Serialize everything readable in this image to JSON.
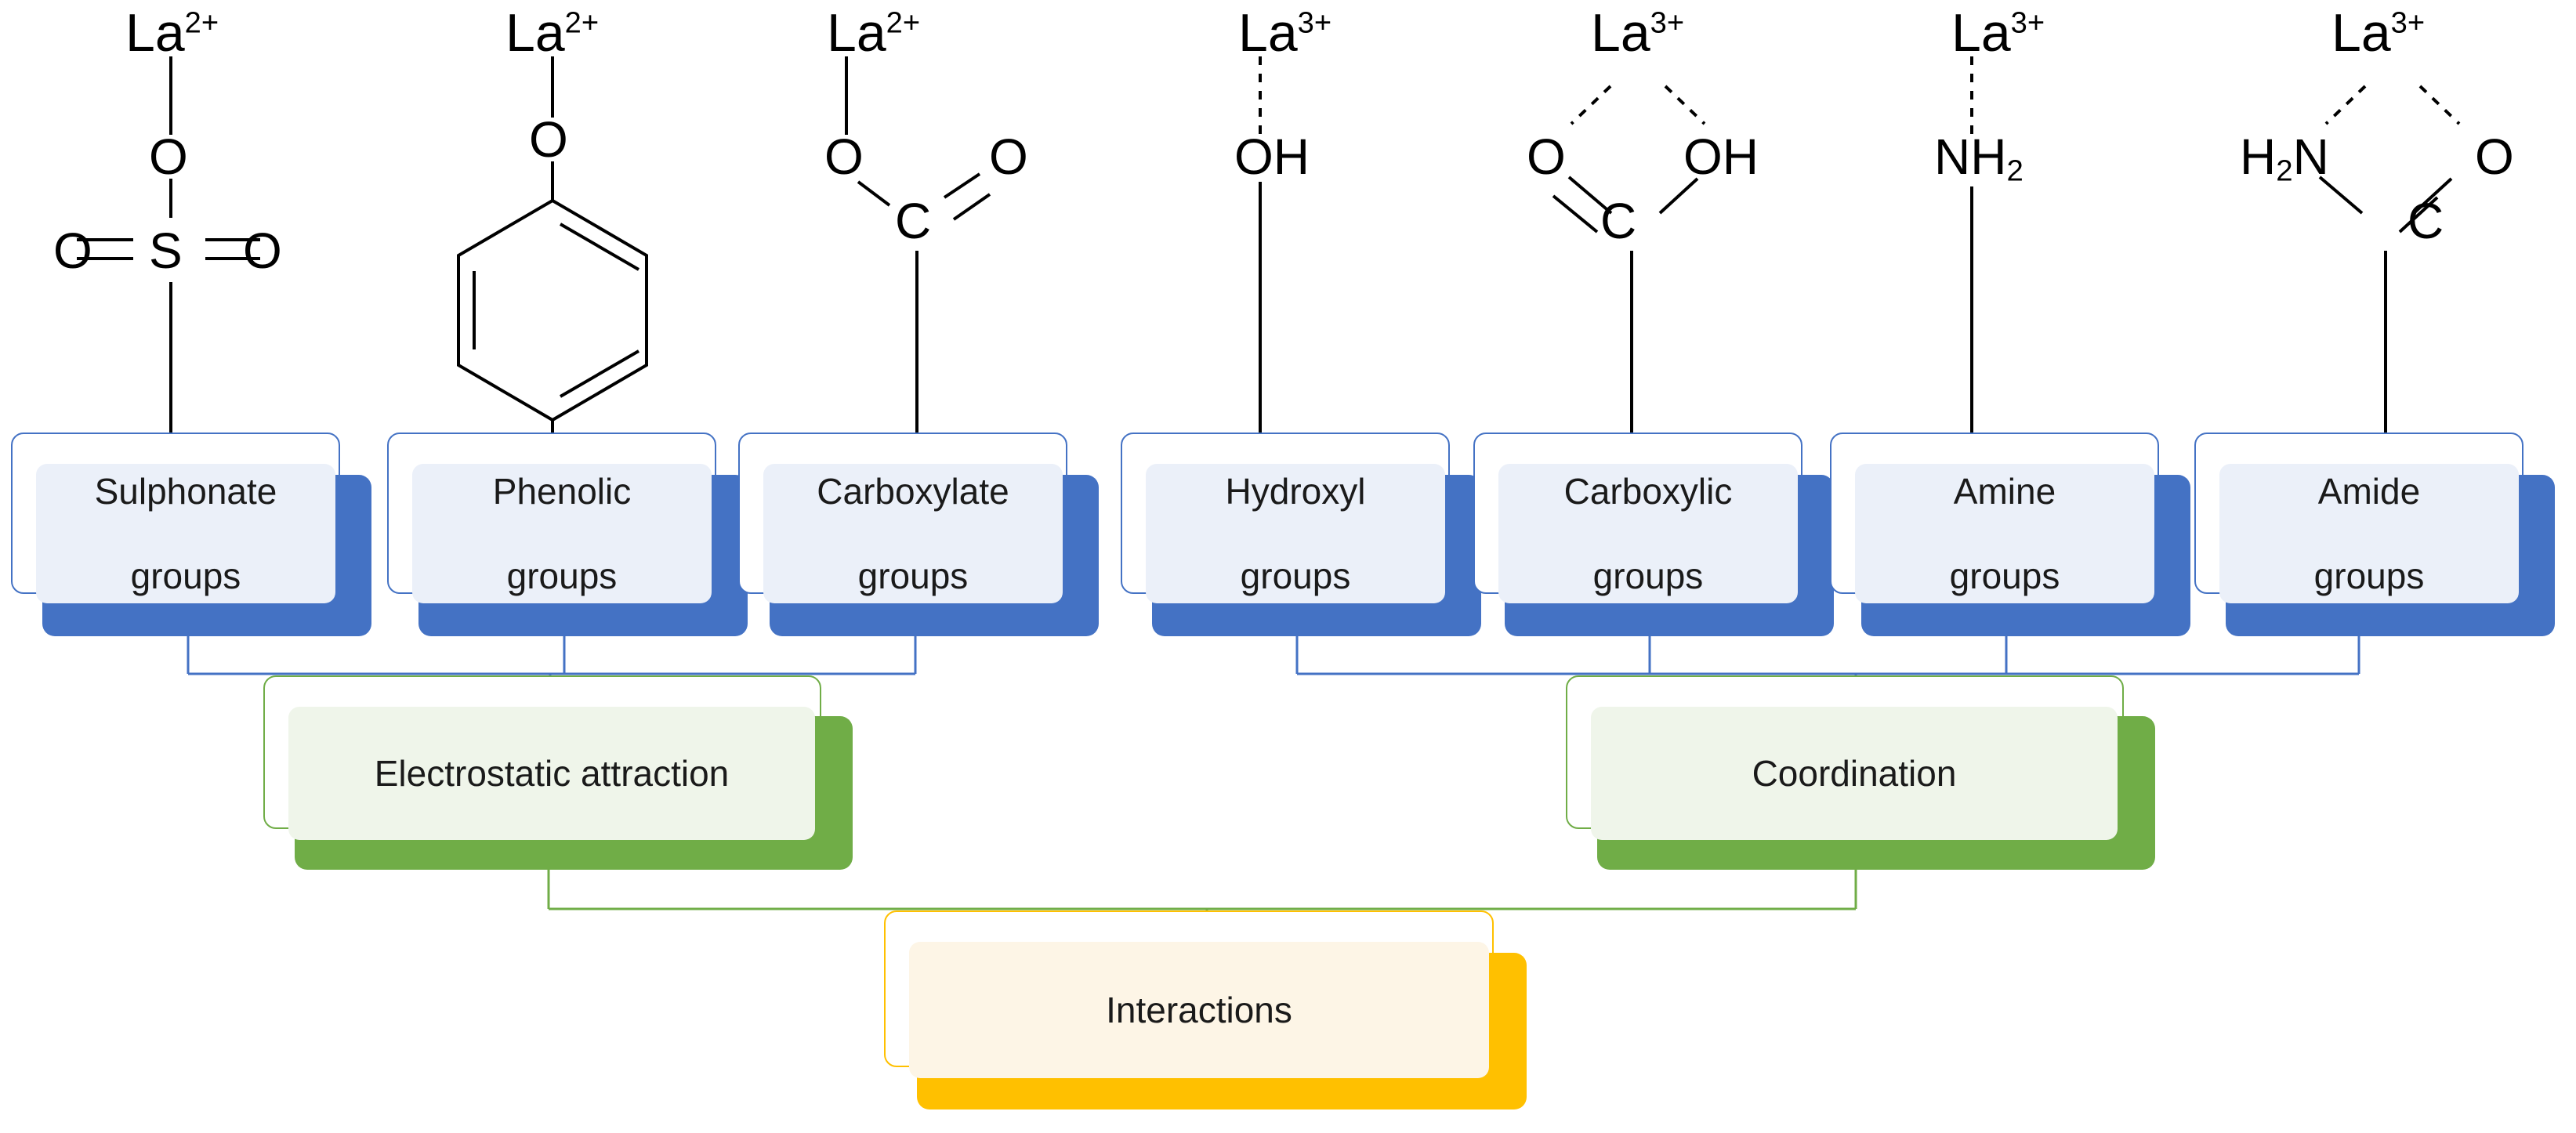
{
  "diagram": {
    "title": "Functional group interactions with lanthanum ions",
    "colors": {
      "blue": "#4472C4",
      "blue_fill": "#EBF0F9",
      "green": "#70AD47",
      "green_fill": "#EFF5EA",
      "amber": "#FFC000",
      "amber_fill": "#FDF5E6",
      "bond": "#000000",
      "background": "#FFFFFF"
    }
  },
  "molecules": [
    {
      "id": "sulphonate",
      "ion": "La",
      "charge": "2+",
      "bond_style": "solid",
      "formula": "O=S(=O)-O-La2+",
      "atoms": [
        "La",
        "O",
        "O",
        "S",
        "O"
      ]
    },
    {
      "id": "phenolic",
      "ion": "La",
      "charge": "2+",
      "bond_style": "solid",
      "formula": "C6H5-O-La2+",
      "atoms": [
        "La",
        "O"
      ]
    },
    {
      "id": "carboxylate",
      "ion": "La",
      "charge": "2+",
      "bond_style": "solid",
      "formula": "O=C-O-La2+",
      "atoms": [
        "La",
        "O",
        "C",
        "O"
      ]
    },
    {
      "id": "hydroxyl",
      "ion": "La",
      "charge": "3+",
      "bond_style": "dashed",
      "formula": "La3+ --- OH",
      "atoms": [
        "La",
        "OH"
      ]
    },
    {
      "id": "carboxylic",
      "ion": "La",
      "charge": "3+",
      "bond_style": "dashed",
      "formula": "O=C-OH chelating La3+",
      "atoms": [
        "La",
        "O",
        "C",
        "OH"
      ]
    },
    {
      "id": "amine",
      "ion": "La",
      "charge": "3+",
      "bond_style": "dashed",
      "formula": "La3+ --- NH2",
      "atoms": [
        "La",
        "NH",
        "2"
      ]
    },
    {
      "id": "amide",
      "ion": "La",
      "charge": "3+",
      "bond_style": "dashed",
      "formula": "H2N-C=O chelating La3+",
      "atoms": [
        "H",
        "2",
        "N",
        "C",
        "O"
      ]
    }
  ],
  "labels": {
    "la": "La",
    "charge_2plus": "2+",
    "charge_3plus": "3+",
    "o": "O",
    "s": "S",
    "c": "C",
    "oh": "OH",
    "n": "N",
    "nh": "NH",
    "h": "H",
    "sub2": "2"
  },
  "groups": [
    {
      "id": "sulphonate",
      "line1": "Sulphonate",
      "line2": "groups"
    },
    {
      "id": "phenolic",
      "line1": "Phenolic",
      "line2": "groups"
    },
    {
      "id": "carboxylate",
      "line1": "Carboxylate",
      "line2": "groups"
    },
    {
      "id": "hydroxyl",
      "line1": "Hydroxyl",
      "line2": "groups"
    },
    {
      "id": "carboxylic",
      "line1": "Carboxylic",
      "line2": "groups"
    },
    {
      "id": "amine",
      "line1": "Amine",
      "line2": "groups"
    },
    {
      "id": "amide",
      "line1": "Amide",
      "line2": "groups"
    }
  ],
  "mechanisms": [
    {
      "id": "electrostatic",
      "label": "Electrostatic attraction",
      "children": [
        "sulphonate",
        "phenolic",
        "carboxylate"
      ]
    },
    {
      "id": "coordination",
      "label": "Coordination",
      "children": [
        "hydroxyl",
        "carboxylic",
        "amine",
        "amide"
      ]
    }
  ],
  "root": {
    "id": "interactions",
    "label": "Interactions",
    "children": [
      "electrostatic",
      "coordination"
    ]
  }
}
